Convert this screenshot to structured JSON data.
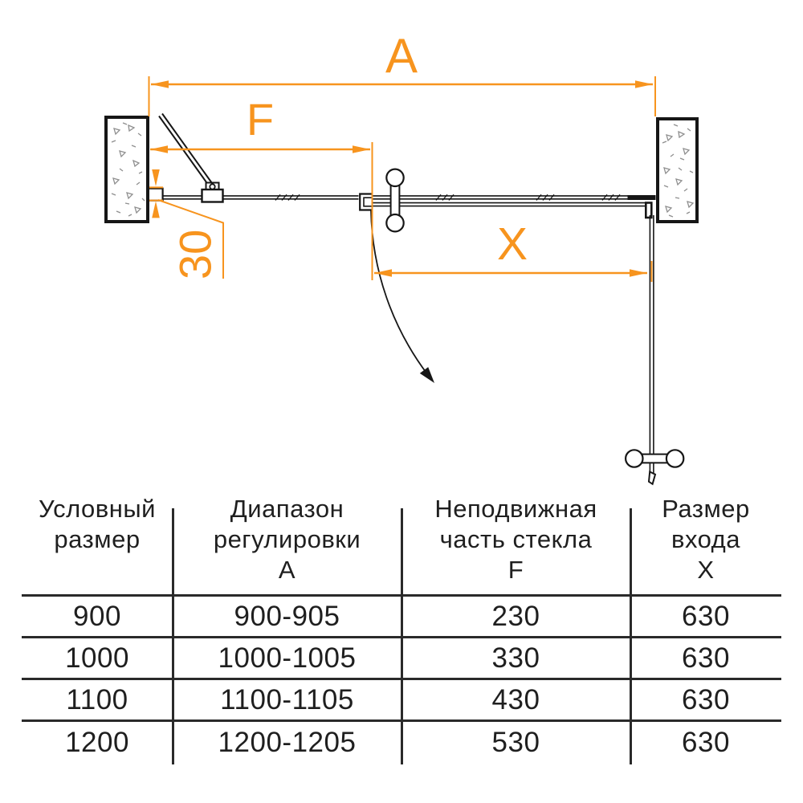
{
  "colors": {
    "accent_orange": "#F7941E",
    "line_black": "#161616",
    "concrete_gray": "#8f8f8f"
  },
  "diagram": {
    "description": "top-view installation drawing of walk-in shower glass with pivot door",
    "labels": {
      "dim_a": "A",
      "dim_f": "F",
      "dim_x": "X",
      "dim_30": "30"
    }
  },
  "table": {
    "columns": [
      {
        "title_lines": [
          "Условный",
          "размер"
        ],
        "letter": ""
      },
      {
        "title_lines": [
          "Диапазон",
          "регулировки"
        ],
        "letter": "А"
      },
      {
        "title_lines": [
          "Неподвижная",
          "часть стекла"
        ],
        "letter": "F"
      },
      {
        "title_lines": [
          "Размер",
          "входа"
        ],
        "letter": "X"
      }
    ],
    "rows": [
      [
        "900",
        "900-905",
        "230",
        "630"
      ],
      [
        "1000",
        "1000-1005",
        "330",
        "630"
      ],
      [
        "1100",
        "1100-1105",
        "430",
        "630"
      ],
      [
        "1200",
        "1200-1205",
        "530",
        "630"
      ]
    ]
  }
}
